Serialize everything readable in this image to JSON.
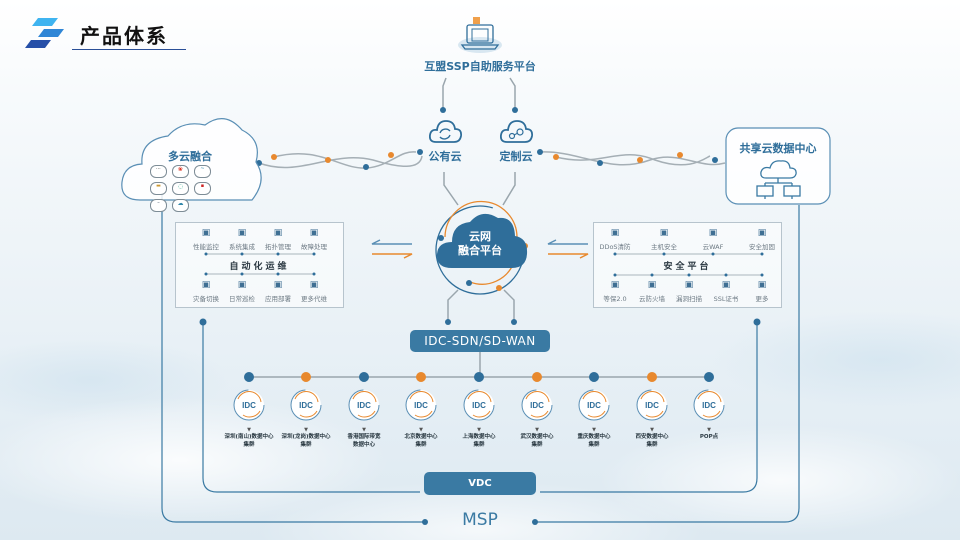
{
  "header": {
    "title": "产品体系",
    "accent_colors": [
      "#3fb4f0",
      "#2f86d6",
      "#264fa8"
    ]
  },
  "top_node": {
    "label": "互盟SSP自助服务平台",
    "icon": "laptop-icon"
  },
  "clouds": {
    "public": {
      "label": "公有云",
      "icon": "cloud-sync-icon"
    },
    "custom": {
      "label": "定制云",
      "icon": "cloud-network-icon"
    }
  },
  "multi_cloud": {
    "label": "多云融合",
    "providers": [
      "provider-1",
      "provider-2",
      "provider-3",
      "provider-4",
      "provider-5",
      "provider-6",
      "provider-7",
      "provider-8"
    ]
  },
  "shared_dc": {
    "label": "共享云数据中心",
    "icon": "cloud-datacenter-icon"
  },
  "core": {
    "label_line1": "云网",
    "label_line2": "融合平台"
  },
  "ops_panel": {
    "title": "自动化运维",
    "top_items": [
      {
        "label": "性能监控",
        "icon": "chart-icon"
      },
      {
        "label": "系统集成",
        "icon": "integration-icon"
      },
      {
        "label": "拓扑管理",
        "icon": "topology-icon"
      },
      {
        "label": "故障处理",
        "icon": "fault-icon"
      }
    ],
    "bottom_items": [
      {
        "label": "灾备切换",
        "icon": "gear-icon"
      },
      {
        "label": "日常巡检",
        "icon": "document-icon"
      },
      {
        "label": "应用部署",
        "icon": "deploy-icon"
      },
      {
        "label": "更多代维",
        "icon": "more-icon"
      }
    ]
  },
  "security_panel": {
    "title": "安全平台",
    "top_items": [
      {
        "label": "DDoS清防",
        "icon": "shield-icon"
      },
      {
        "label": "主机安全",
        "icon": "shield-check-icon"
      },
      {
        "label": "云WAF",
        "icon": "waf-icon"
      },
      {
        "label": "安全加固",
        "icon": "reinforce-icon"
      }
    ],
    "bottom_items": [
      {
        "label": "等保2.0",
        "icon": "compliance-icon"
      },
      {
        "label": "云防火墙",
        "icon": "firewall-icon"
      },
      {
        "label": "漏洞扫描",
        "icon": "scan-icon"
      },
      {
        "label": "SSL证书",
        "icon": "certificate-icon"
      },
      {
        "label": "更多",
        "icon": "more-icon"
      }
    ]
  },
  "network": {
    "label": "IDC-SDN/SD-WAN"
  },
  "idc_nodes": [
    {
      "badge": "IDC",
      "label_line1": "深圳(南山)数据中心",
      "label_line2": "集群",
      "dot": "blue"
    },
    {
      "badge": "IDC",
      "label_line1": "深圳(龙岗)数据中心",
      "label_line2": "集群",
      "dot": "orange"
    },
    {
      "badge": "IDC",
      "label_line1": "香港国际带宽",
      "label_line2": "数据中心",
      "dot": "blue"
    },
    {
      "badge": "IDC",
      "label_line1": "北京数据中心",
      "label_line2": "集群",
      "dot": "orange"
    },
    {
      "badge": "IDC",
      "label_line1": "上海数据中心",
      "label_line2": "集群",
      "dot": "blue"
    },
    {
      "badge": "IDC",
      "label_line1": "武汉数据中心",
      "label_line2": "集群",
      "dot": "orange"
    },
    {
      "badge": "IDC",
      "label_line1": "重庆数据中心",
      "label_line2": "集群",
      "dot": "blue"
    },
    {
      "badge": "IDC",
      "label_line1": "西安数据中心",
      "label_line2": "集群",
      "dot": "orange"
    },
    {
      "badge": "IDC",
      "label_line1": "POP点",
      "label_line2": "",
      "dot": "blue"
    }
  ],
  "vdc": {
    "label": "VDC"
  },
  "msp": {
    "label": "MSP"
  },
  "colors": {
    "blue": "#2f6e9a",
    "orange": "#e8892e",
    "line": "#8a979f"
  }
}
